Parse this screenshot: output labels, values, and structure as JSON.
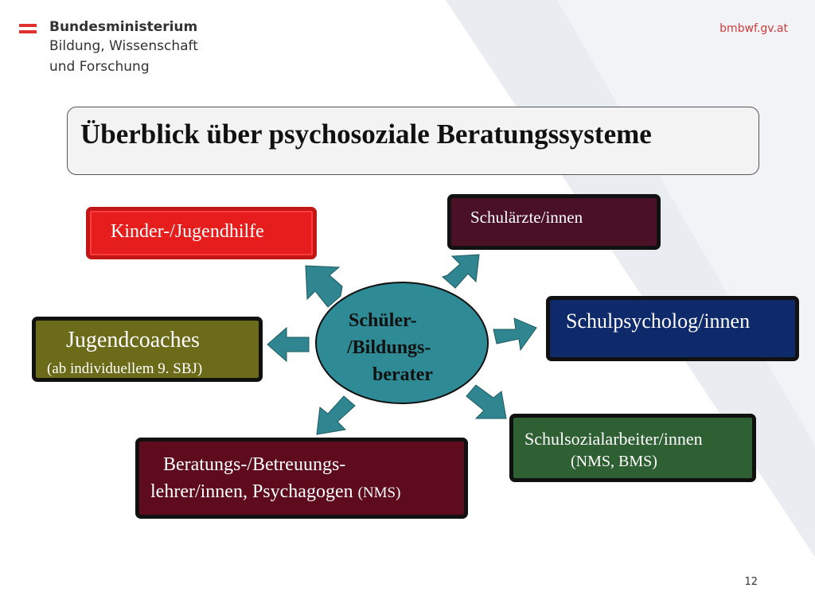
{
  "header": {
    "ministry_line1": "Bundesministerium",
    "ministry_line2": "Bildung, Wissenschaft",
    "ministry_line3": "und Forschung",
    "website": "bmbwf.gv.at"
  },
  "slide": {
    "title": "Überblick über psychosoziale Beratungssysteme",
    "page_number": "12"
  },
  "diagram": {
    "center": {
      "line1": "Schüler-",
      "line2": "/Bildungs-",
      "line3": "berater",
      "color": "#2e8a94"
    },
    "nodes": {
      "kinder": {
        "label": "Kinder-/Jugendhilfe",
        "color": "#e51d1d"
      },
      "schulaerzte": {
        "label": "Schulärzte/innen",
        "color": "#4a1026"
      },
      "jugendcoaches": {
        "label": "Jugendcoaches",
        "sub": "(ab individuellem 9. SBJ)",
        "color": "#6b6b1a"
      },
      "schulpsych": {
        "label": "Schulpsycholog/innen",
        "color": "#0f2a6b"
      },
      "beratung": {
        "line1": "Beratungs-/Betreuungs-",
        "line2": "lehrer/innen, Psychagogen ",
        "suffix": "(NMS)",
        "color": "#5e0b1e"
      },
      "sozial": {
        "line1": "Schulsozialarbeiter/innen",
        "line2": "(NMS, BMS)",
        "color": "#2e6034"
      }
    },
    "arrow_color": "#2f8690"
  }
}
